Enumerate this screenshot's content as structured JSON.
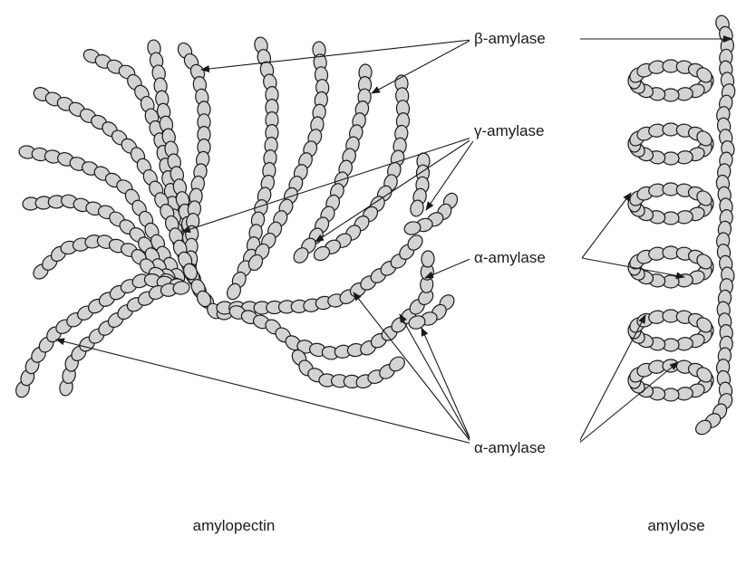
{
  "labels": {
    "beta_amylase": "β-amylase",
    "gamma_amylase": "γ-amylase",
    "alpha_amylase_upper": "α-amylase",
    "alpha_amylase_lower": "α-amylase",
    "amylopectin": "amylopectin",
    "amylose": "amylose"
  },
  "colors": {
    "bead_fill": "#d3d3d3",
    "outline": "#1a1a1a",
    "background": "#ffffff"
  }
}
